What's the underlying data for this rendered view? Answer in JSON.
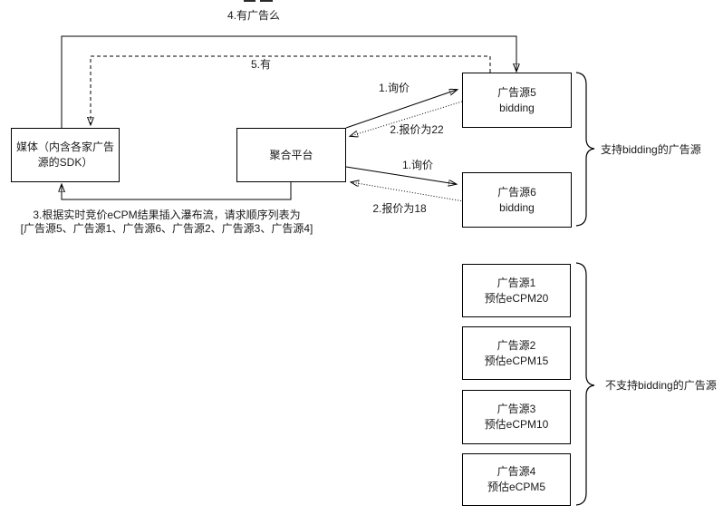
{
  "colors": {
    "line": "#000000",
    "background": "#ffffff",
    "text": "#1a1a1a"
  },
  "diagram": {
    "nodes": {
      "media": {
        "label": "媒体（内含各家广告源的SDK）"
      },
      "platform": {
        "label": "聚合平台"
      },
      "bidding_sources": [
        {
          "title": "广告源5",
          "subtitle": "bidding"
        },
        {
          "title": "广告源6",
          "subtitle": "bidding"
        }
      ],
      "waterfall_sources": [
        {
          "title": "广告源1",
          "subtitle": "预估eCPM20"
        },
        {
          "title": "广告源2",
          "subtitle": "预估eCPM15"
        },
        {
          "title": "广告源3",
          "subtitle": "预估eCPM10"
        },
        {
          "title": "广告源4",
          "subtitle": "预估eCPM5"
        }
      ]
    },
    "edges": {
      "ask_ad": "4.有广告么",
      "have_ad": "5.有",
      "inquiry_5": "1.询价",
      "bid_5": "2.报价为22",
      "inquiry_6": "1.询价",
      "bid_6": "2.报价为18",
      "waterfall_note_line1": "3.根据实时竞价eCPM结果插入瀑布流，请求顺序列表为",
      "waterfall_note_line2": "[广告源5、广告源1、广告源6、广告源2、广告源3、广告源4]"
    },
    "groups": {
      "bidding_label": "支持bidding的广告源",
      "waterfall_label": "不支持bidding的广告源"
    }
  }
}
